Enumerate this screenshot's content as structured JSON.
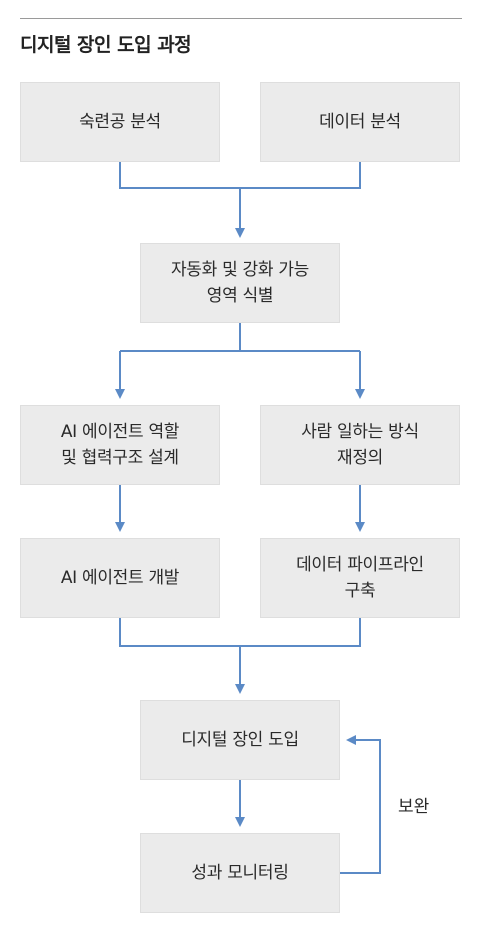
{
  "title": "디지털 장인 도입 과정",
  "nodes": {
    "craftsman_analysis": "숙련공 분석",
    "data_analysis": "데이터 분석",
    "identify_areas": "자동화 및 강화 가능\n영역 식별",
    "agent_design": "AI 에이전트 역할\n및 협력구조 설계",
    "work_redefine": "사람 일하는 방식\n재정의",
    "agent_dev": "AI 에이전트 개발",
    "pipeline": "데이터 파이프라인\n구축",
    "adopt": "디지털 장인 도입",
    "monitor": "성과 모니터링"
  },
  "feedback_label": "보완",
  "colors": {
    "connector": "#5b8ac6",
    "box": "#ebebeb"
  }
}
